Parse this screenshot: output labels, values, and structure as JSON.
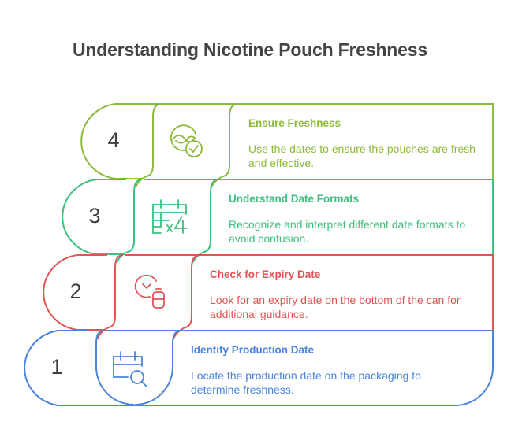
{
  "title": "Understanding Nicotine Pouch Freshness",
  "colors": {
    "step4": "#8cba3b",
    "step3": "#3fbf7f",
    "step2": "#e05454",
    "step1": "#4a84dc",
    "number": "#3f3f3f",
    "title": "#444444"
  },
  "steps": [
    {
      "number": "1",
      "title": "Identify Production Date",
      "description": "Locate the production date on the packaging to determine freshness.",
      "icon": "calendar-search-icon"
    },
    {
      "number": "2",
      "title": "Check for Expiry Date",
      "description": "Look for an expiry date on the bottom of the can for additional guidance.",
      "icon": "clock-battery-icon"
    },
    {
      "number": "3",
      "title": "Understand Date Formats",
      "description": "Recognize and interpret different date formats to avoid confusion.",
      "icon": "calendar-multiply-icon"
    },
    {
      "number": "4",
      "title": "Ensure Freshness",
      "description": "Use the dates to ensure the pouches are fresh and effective.",
      "icon": "leaf-check-icon"
    }
  ]
}
